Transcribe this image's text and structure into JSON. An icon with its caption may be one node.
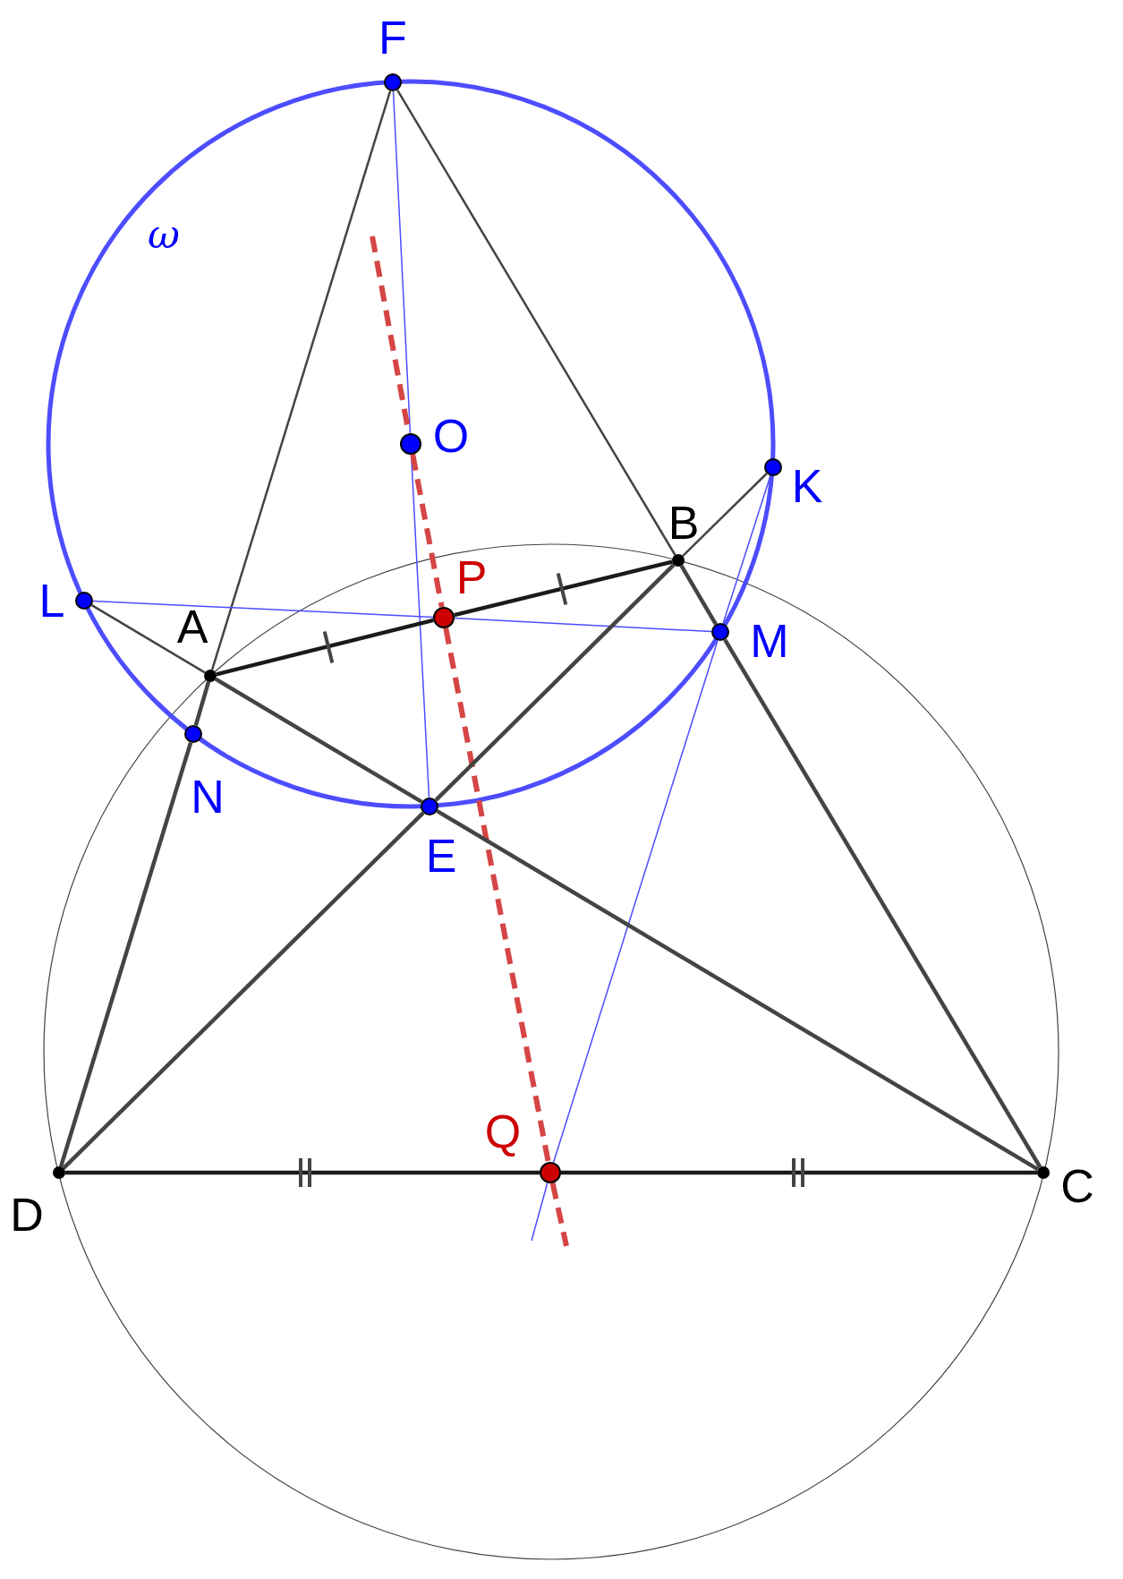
{
  "diagram": {
    "nodes": [
      {
        "text": [],
        "shape": "circle",
        "beside": [
          "F"
        ]
      },
      {
        "text": [],
        "shape": "circle",
        "beside": [
          "O"
        ]
      },
      {
        "text": [],
        "shape": "circle",
        "beside": [
          "K"
        ]
      },
      {
        "text": [],
        "shape": "circle",
        "beside": [
          "B"
        ]
      },
      {
        "text": [],
        "shape": "circle",
        "beside": [
          "P"
        ]
      },
      {
        "text": [],
        "shape": "circle",
        "beside": [
          "L"
        ]
      },
      {
        "text": [],
        "shape": "circle",
        "beside": [
          "A"
        ]
      },
      {
        "text": [],
        "shape": "circle",
        "beside": [
          "M"
        ]
      },
      {
        "text": [],
        "shape": "circle",
        "beside": [
          "N"
        ]
      },
      {
        "text": [],
        "shape": "circle",
        "beside": [
          "E"
        ]
      },
      {
        "text": [],
        "shape": "circle",
        "beside": [
          "Q"
        ]
      },
      {
        "text": [],
        "shape": "circle",
        "beside": [
          "D"
        ]
      },
      {
        "text": [],
        "shape": "circle",
        "beside": [
          "C"
        ]
      }
    ],
    "edges": [
      {
        "from": 0,
        "to": 6,
        "arrow": "none"
      },
      {
        "from": 0,
        "to": 3,
        "arrow": "none"
      },
      {
        "from": 0,
        "to": 1,
        "arrow": "none",
        "color": "#4d4dff"
      },
      {
        "from": 1,
        "to": 9,
        "arrow": "none",
        "color": "#4d4dff"
      },
      {
        "from": null,
        "to": 1,
        "arrow": "none",
        "style": "dashed",
        "color": "#d64545"
      },
      {
        "from": 1,
        "to": 4,
        "arrow": "none",
        "style": "dashed",
        "color": "#d64545"
      },
      {
        "from": 4,
        "to": 10,
        "arrow": "none",
        "style": "dashed",
        "color": "#d64545"
      },
      {
        "from": 10,
        "to": null,
        "arrow": "none",
        "style": "dashed",
        "color": "#d64545"
      },
      {
        "from": 2,
        "to": 3,
        "arrow": "none"
      },
      {
        "from": 2,
        "to": 7,
        "arrow": "none",
        "color": "#4d4dff"
      },
      {
        "from": 7,
        "to": 10,
        "arrow": "none",
        "color": "#4d4dff"
      },
      {
        "from": 10,
        "to": null,
        "arrow": "none",
        "color": "#4d4dff"
      },
      {
        "from": 5,
        "to": 6,
        "arrow": "none"
      },
      {
        "from": 5,
        "to": 4,
        "arrow": "none",
        "color": "#4d4dff"
      },
      {
        "from": 4,
        "to": 7,
        "arrow": "none",
        "color": "#4d4dff"
      },
      {
        "from": 6,
        "to": 4,
        "arrow": "none",
        "color": "#1a1a1a"
      },
      {
        "from": 4,
        "to": 3,
        "arrow": "none",
        "color": "#1a1a1a"
      },
      {
        "from": 3,
        "to": 7,
        "arrow": "none"
      },
      {
        "from": 7,
        "to": 12,
        "arrow": "none"
      },
      {
        "from": 6,
        "to": 8,
        "arrow": "none"
      },
      {
        "from": 8,
        "to": 11,
        "arrow": "none"
      },
      {
        "from": 6,
        "to": 9,
        "arrow": "none"
      },
      {
        "from": 9,
        "to": 12,
        "arrow": "none"
      },
      {
        "from": 3,
        "to": 9,
        "arrow": "none"
      },
      {
        "from": 9,
        "to": 11,
        "arrow": "none"
      },
      {
        "from": 11,
        "to": 10,
        "arrow": "none",
        "color": "#1a1a1a"
      },
      {
        "from": 10,
        "to": 12,
        "arrow": "none",
        "color": "#1a1a1a"
      }
    ],
    "labels": [
      "ω"
    ]
  }
}
